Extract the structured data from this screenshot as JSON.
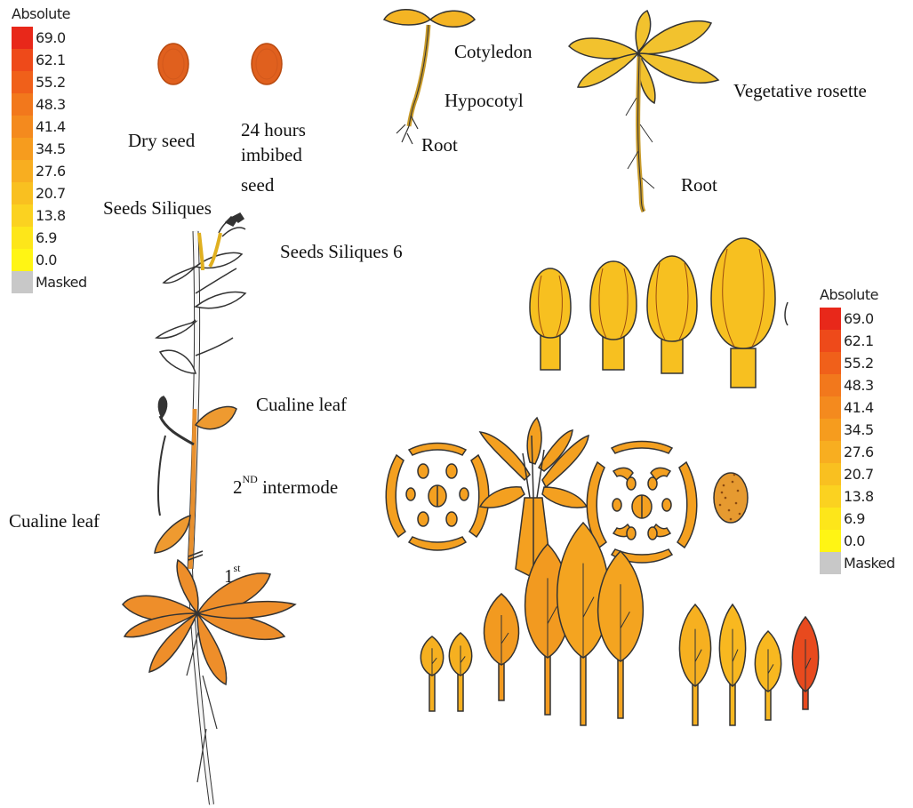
{
  "legend_left": {
    "title": "Absolute",
    "entries": [
      {
        "label": "69.0",
        "color": "#e8281a"
      },
      {
        "label": "62.1",
        "color": "#ee4a1a"
      },
      {
        "label": "55.2",
        "color": "#f0601a"
      },
      {
        "label": "48.3",
        "color": "#f2781c"
      },
      {
        "label": "41.4",
        "color": "#f48a1e"
      },
      {
        "label": "34.5",
        "color": "#f69c1e"
      },
      {
        "label": "27.6",
        "color": "#f8ae20"
      },
      {
        "label": "20.7",
        "color": "#f9c020"
      },
      {
        "label": "13.8",
        "color": "#fbd220"
      },
      {
        "label": "6.9",
        "color": "#fde61a"
      },
      {
        "label": "0.0",
        "color": "#fff514"
      },
      {
        "label": "Masked",
        "color": "#c8c8c8"
      }
    ]
  },
  "legend_right": {
    "title": "Absolute",
    "entries": [
      {
        "label": "69.0",
        "color": "#e8281a"
      },
      {
        "label": "62.1",
        "color": "#ee4a1a"
      },
      {
        "label": "55.2",
        "color": "#f0601a"
      },
      {
        "label": "48.3",
        "color": "#f2781c"
      },
      {
        "label": "41.4",
        "color": "#f48a1e"
      },
      {
        "label": "34.5",
        "color": "#f69c1e"
      },
      {
        "label": "27.6",
        "color": "#f8ae20"
      },
      {
        "label": "20.7",
        "color": "#f9c020"
      },
      {
        "label": "13.8",
        "color": "#fbd220"
      },
      {
        "label": "6.9",
        "color": "#fde61a"
      },
      {
        "label": "0.0",
        "color": "#fff514"
      },
      {
        "label": "Masked",
        "color": "#c8c8c8"
      }
    ]
  },
  "labels": {
    "dry_seed": "Dry seed",
    "imbibed_1": "24 hours",
    "imbibed_2": "imbibed",
    "imbibed_3": "seed",
    "cotyledon": "Cotyledon",
    "hypocotyl": "Hypocotyl",
    "root_seedling": "Root",
    "vegetative_rosette": "Vegetative rosette",
    "root_rosette": "Root",
    "seeds_siliques": "Seeds Siliques",
    "seeds_siliques_6": "Seeds Siliques 6",
    "cauline_leaf_upper": "Cualine leaf",
    "internode_2_num": "2",
    "internode_2_sup": "ND",
    "internode_2_text": " intermode",
    "cauline_leaf_lower": "Cualine leaf",
    "internode_1_num": "1",
    "internode_1_sup": "st"
  },
  "colors": {
    "seed": "#e0601e",
    "rosette_seedling": "#f2c22e",
    "plant_rosette": "#ee8e2a",
    "stem": "#e8902e",
    "bud": "#f7c020",
    "flower": "#f4a020",
    "small_seed": "#e69a30",
    "leaf_series": [
      "#f6b020",
      "#f6b020",
      "#f29a20",
      "#f29a20",
      "#f4a420",
      "#f4a420",
      "#f6b020",
      "#f8b820",
      "#f8b820",
      "#e84a1e"
    ],
    "outline": "#222222"
  }
}
